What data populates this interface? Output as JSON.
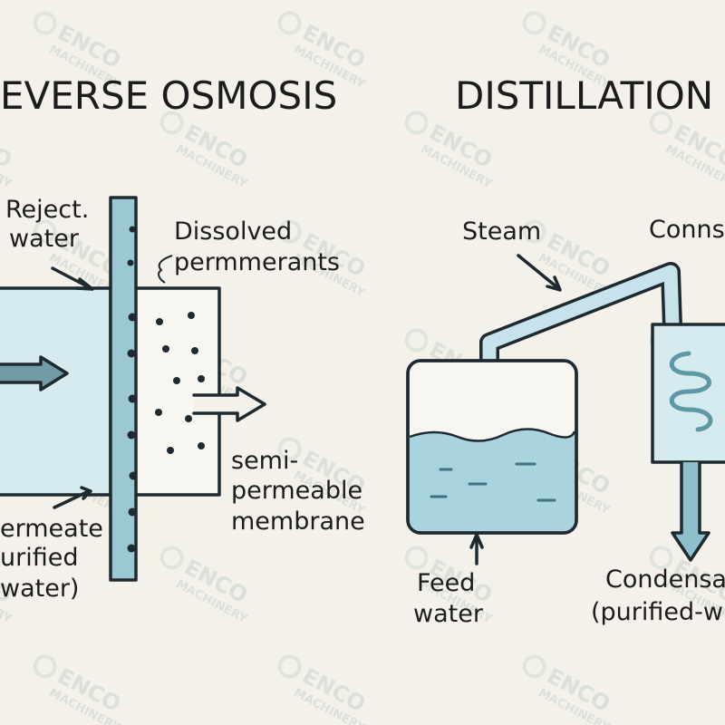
{
  "watermark": {
    "brand": "ENCO",
    "company": "MACHINERY"
  },
  "ro": {
    "title": "EVERSE OSMOSIS",
    "reject_label": [
      "Reject.",
      "water"
    ],
    "dissolved_label": [
      "Dissolved",
      "permmerants"
    ],
    "membrane_label": [
      "semi-",
      "permeable",
      "membrane"
    ],
    "permeate_label": [
      "ermeate",
      "urified",
      "water)"
    ]
  },
  "distillation": {
    "title": "DISTILLATION",
    "steam_label": "Steam",
    "condenser_label": "Conns",
    "feed_label": [
      "Feed",
      "water"
    ],
    "condensate_label": [
      "Condensa",
      "(purified-w"
    ]
  },
  "colors": {
    "water_light": "#d6ebf0",
    "water_mid": "#a9d3dd",
    "membrane": "#9cc8d4",
    "outline": "#1e2a30",
    "background": "#f3f1ea"
  }
}
